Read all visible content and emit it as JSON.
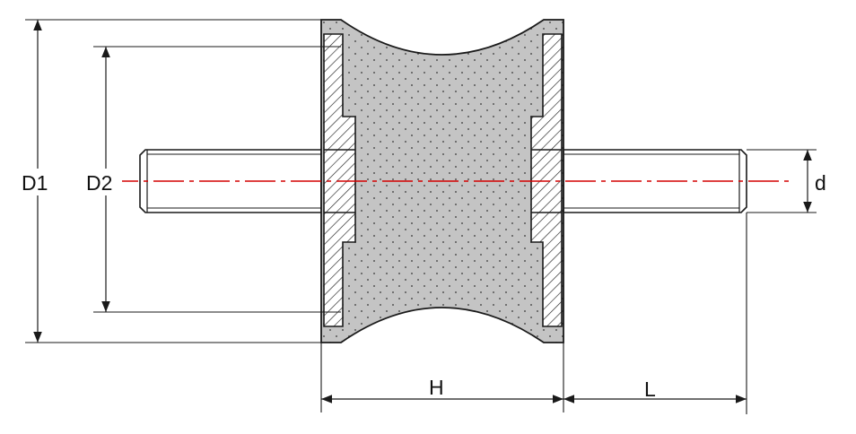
{
  "labels": {
    "d1": "D1",
    "d2": "D2",
    "d": "d",
    "h": "H",
    "l": "L"
  },
  "colors": {
    "rubber": "#c4c4c4",
    "outline": "#1a1a1a",
    "hatch": "#222222",
    "centerline": "#d40000",
    "dimension": "#1a1a1a"
  }
}
